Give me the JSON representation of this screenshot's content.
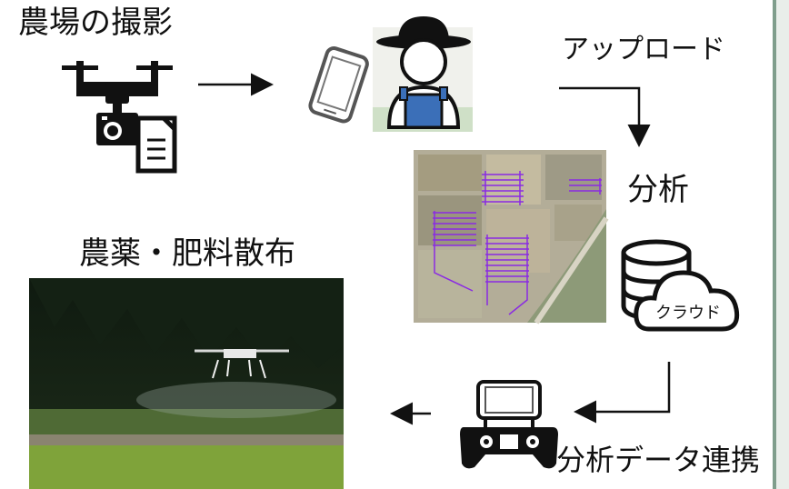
{
  "labels": {
    "field_shooting": "農場の撮影",
    "upload": "アップロード",
    "analysis": "分析",
    "spraying": "農薬・肥料散布",
    "cloud": "クラウド",
    "data_link": "分析データ連携"
  },
  "icons": {
    "drone": "drone-camera-icon",
    "document": "document-icon",
    "phone": "smartphone-icon",
    "farmer": "farmer-icon",
    "database": "database-icon",
    "cloud": "cloud-icon",
    "controller": "remote-controller-icon"
  },
  "colors": {
    "flight_path": "#8a2be2",
    "overalls": "#3b6fb8"
  }
}
